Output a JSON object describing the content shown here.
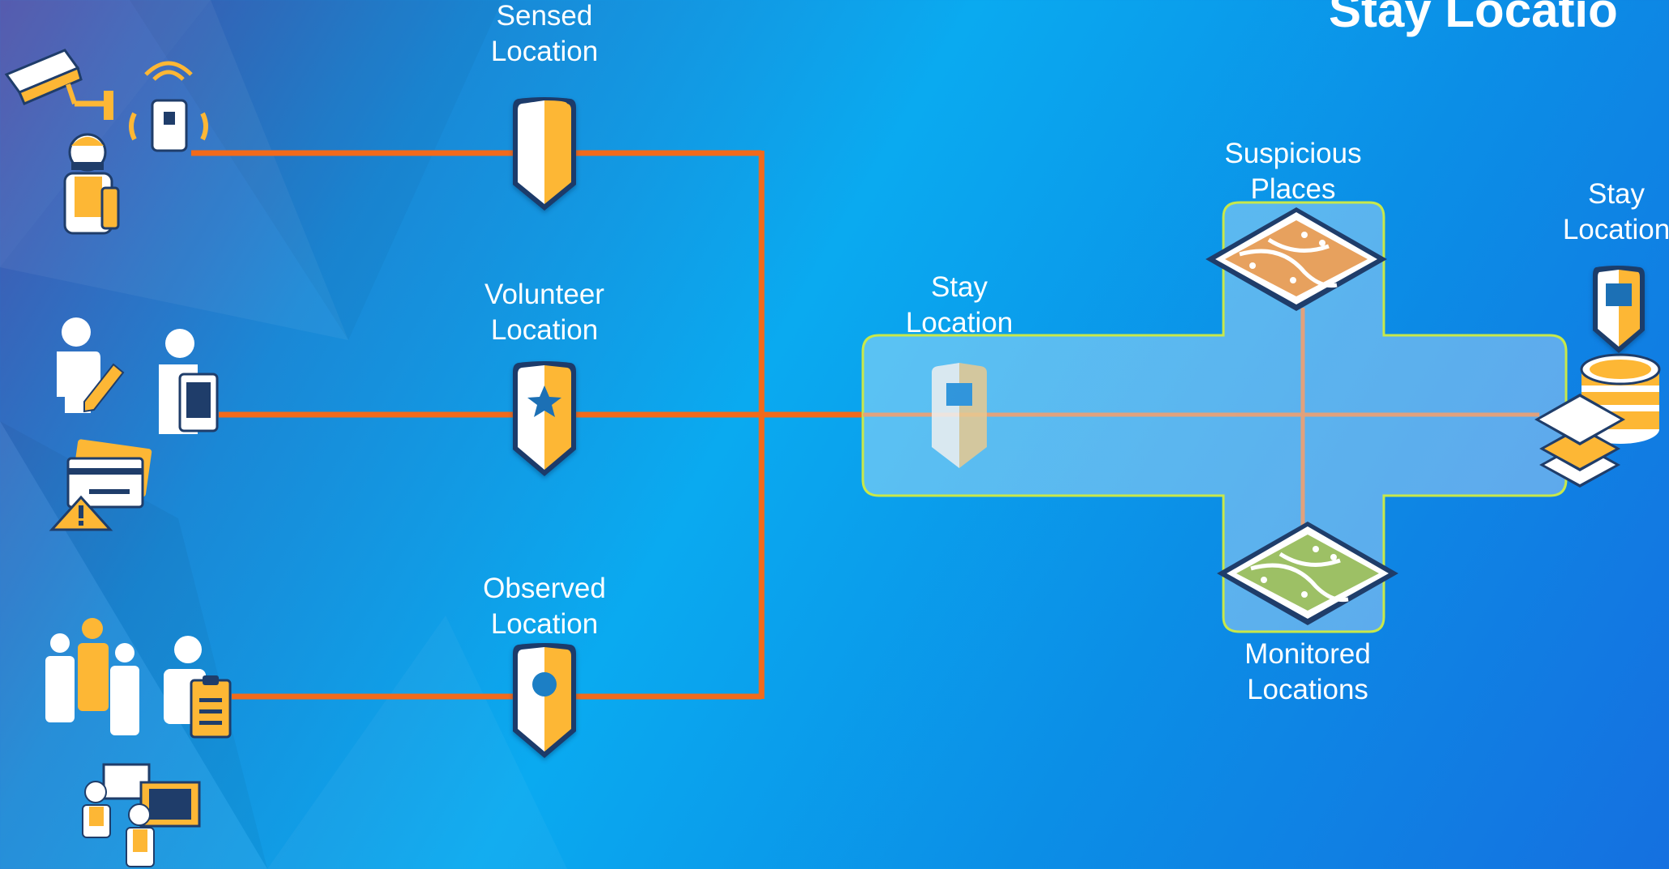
{
  "colors": {
    "connector": "#f26a1b",
    "inner_connector": "#f0a070",
    "pin_gold": "#fdb735",
    "pin_white": "#ffffff",
    "panel_fill": "rgba(255,255,255,0.33)",
    "panel_border": "#c8e84a",
    "icon_white": "#ffffff",
    "icon_gold": "#f5b335"
  },
  "header": {
    "title_fragment": "Stay Locatio"
  },
  "sources": {
    "sensed": {
      "line1": "Sensed",
      "line2": "Location",
      "pin_icon": "plain-pin-icon"
    },
    "volunteer": {
      "line1": "Volunteer",
      "line2": "Location",
      "pin_icon": "star-pin-icon"
    },
    "observed": {
      "line1": "Observed",
      "line2": "Location",
      "pin_icon": "dot-pin-icon"
    }
  },
  "hub": {
    "stay": {
      "line1": "Stay",
      "line2": "Location",
      "pin_icon": "square-pin-icon"
    },
    "suspicious": {
      "line1": "Suspicious",
      "line2": "Places",
      "icon": "map-tile-icon"
    },
    "monitored": {
      "line1": "Monitored",
      "line2": "Locations",
      "icon": "map-tile-icon"
    },
    "output": {
      "line1": "Stay",
      "line2": "Location",
      "icon": "database-layers-icon"
    }
  },
  "actors": {
    "group1": [
      "camera-icon",
      "wireless-sensor-icon",
      "field-worker-radio-icon"
    ],
    "group2": [
      "person-editing-icon",
      "person-tablet-icon",
      "alert-cards-icon"
    ],
    "group3": [
      "crowd-icon",
      "person-clipboard-icon",
      "operators-monitors-icon"
    ]
  }
}
